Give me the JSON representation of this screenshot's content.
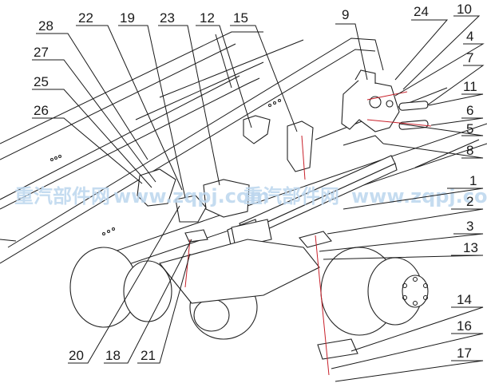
{
  "diagram": {
    "callouts": [
      {
        "id": "c9",
        "text": "9"
      },
      {
        "id": "c24",
        "text": "24"
      },
      {
        "id": "c10",
        "text": "10"
      },
      {
        "id": "c4",
        "text": "4"
      },
      {
        "id": "c7",
        "text": "7"
      },
      {
        "id": "c11",
        "text": "11"
      },
      {
        "id": "c6",
        "text": "6"
      },
      {
        "id": "c5",
        "text": "5"
      },
      {
        "id": "c8",
        "text": "8"
      },
      {
        "id": "c1",
        "text": "1"
      },
      {
        "id": "c2",
        "text": "2"
      },
      {
        "id": "c3",
        "text": "3"
      },
      {
        "id": "c13",
        "text": "13"
      },
      {
        "id": "c14",
        "text": "14"
      },
      {
        "id": "c16",
        "text": "16"
      },
      {
        "id": "c17",
        "text": "17"
      },
      {
        "id": "c22",
        "text": "22"
      },
      {
        "id": "c19",
        "text": "19"
      },
      {
        "id": "c23",
        "text": "23"
      },
      {
        "id": "c12",
        "text": "12"
      },
      {
        "id": "c15",
        "text": "15"
      },
      {
        "id": "c28",
        "text": "28"
      },
      {
        "id": "c27",
        "text": "27"
      },
      {
        "id": "c25",
        "text": "25"
      },
      {
        "id": "c26",
        "text": "26"
      },
      {
        "id": "c20",
        "text": "20"
      },
      {
        "id": "c18",
        "text": "18"
      },
      {
        "id": "c21",
        "text": "21"
      }
    ],
    "watermark": {
      "left": "重汽部件网",
      "middle": "www.zqpj.com",
      "middle_cn": "重汽部件网",
      "right": "www.zqpj.com"
    },
    "colors": {
      "line": "#1a1a1a",
      "accent": "#c8202a",
      "watermark": "#bcd6ee"
    }
  }
}
